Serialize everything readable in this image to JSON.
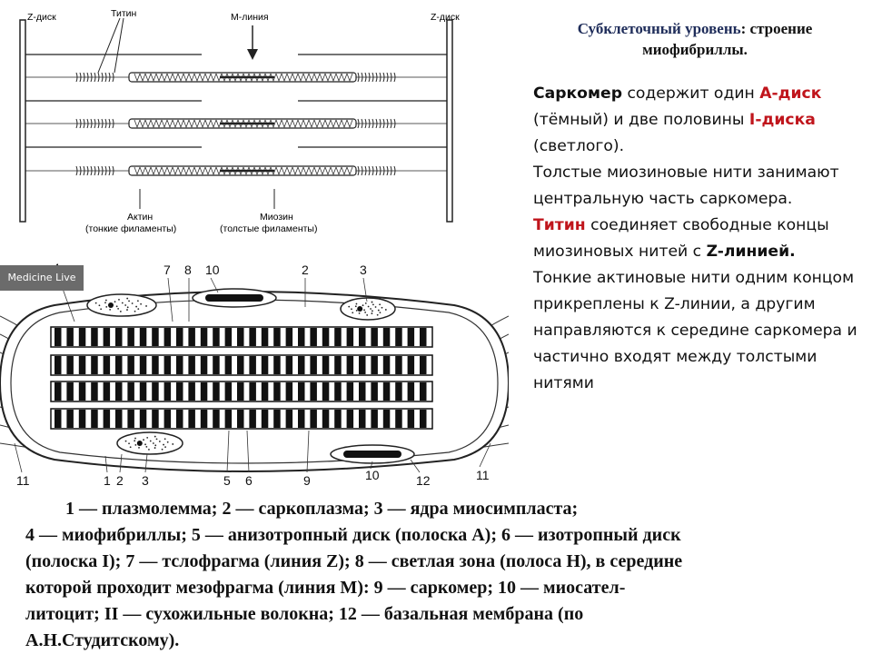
{
  "title": {
    "part1": "Субклеточный уровень",
    "part2": ": строение",
    "part3": "миофибриллы."
  },
  "description": {
    "p1": [
      "Саркомер",
      " содержит один ",
      "А-диск",
      " (тёмный) и две половины ",
      "I-диска",
      " (светлого)."
    ],
    "p2": "Толстые миозиновые нити занимают центральную часть саркомера.",
    "p3": [
      "Титин",
      " соединяет свободные концы миозиновых нитей с ",
      "Z-линией."
    ],
    "p4": "Тонкие актиновые нити одним концом прикреплены к Z-линии, а другим направляются к середине саркомера и частично входят между толстыми нитями"
  },
  "top_diagram": {
    "labels": {
      "z_left": "Z-диск",
      "titin": "Титин",
      "m_line": "М-линия",
      "z_right": "Z-диск",
      "actin": "Актин",
      "actin_sub": "(тонкие филаменты)",
      "myosin": "Миозин",
      "myosin_sub": "(толстые филаменты)"
    }
  },
  "bottom_diagram": {
    "watermark": "Medicine Live",
    "top_numbers": [
      "4",
      "7",
      "8",
      "10",
      "2",
      "3"
    ],
    "bottom_numbers": [
      "11",
      "1",
      "2",
      "3",
      "5",
      "6",
      "9",
      "10",
      "12",
      "11"
    ]
  },
  "legend": {
    "line1": "1 — плазмолемма; 2 — саркоплазма;  3 — ядра миосимпласта;",
    "line2": "4 — миофибриллы;  5 — анизотропный диск (полоска А);  6 — изотропный диск",
    "line3": "(полоска I);  7 — тслофрагма (линия Z);  8 — светлая зона (полоса Н), в середине",
    "line4": "которой проходит мезофрагма (линия М):  9 — саркомер;  10 — миосател-",
    "line5": "литоцит; II — сухожильные волокна;   12 — базальная мембрана (по",
    "line6": "А.Н.Студитскому)."
  }
}
